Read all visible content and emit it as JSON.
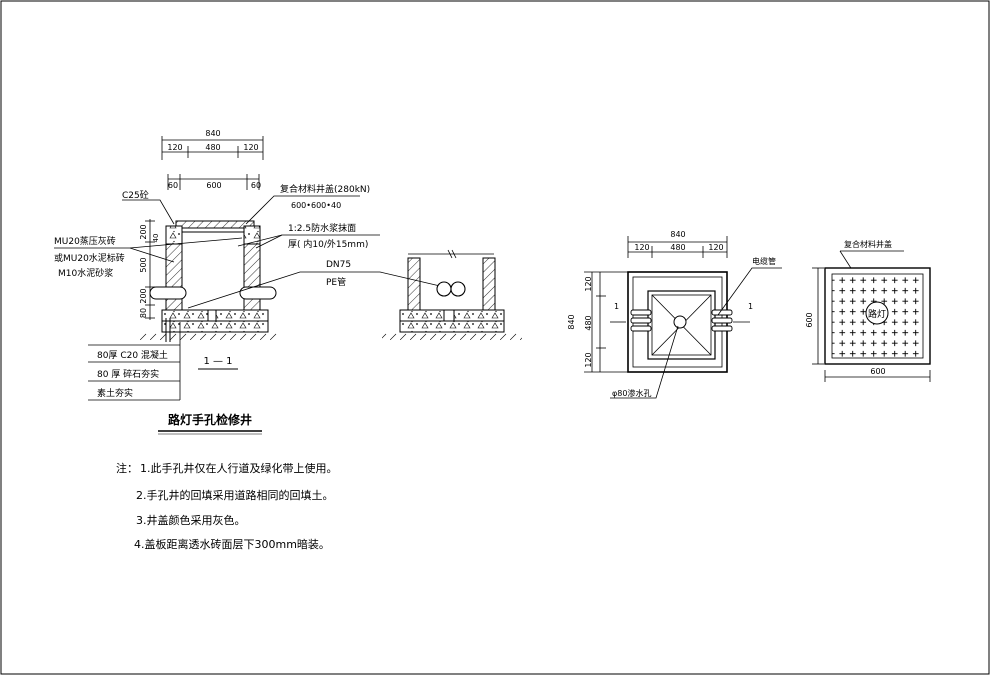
{
  "section": {
    "dim_top_total": "840",
    "dim_top_parts": [
      "120",
      "480",
      "120"
    ],
    "dim_mid_parts": [
      "60",
      "600",
      "60"
    ],
    "left_vertical_dims": [
      "200",
      "40",
      "500",
      "200",
      "80"
    ],
    "label_c25": "C25砼",
    "label_cover": "复合材料井盖(280kN)",
    "label_cover_size": "600•600•40",
    "label_mortar_1": "1:2.5防水浆抹面",
    "label_mortar_2": "厚( 内10/外15mm)",
    "label_brick_1": "MU20蒸压灰砖",
    "label_brick_2": "或MU20水泥标砖",
    "label_brick_3": "M10水泥砂浆",
    "label_dn75": "DN75",
    "label_pe": "PE管",
    "section_mark": "1 — 1",
    "layers": [
      "80厚 C20  混凝土",
      "80 厚 碎石夯实",
      "素土夯实"
    ]
  },
  "title": "路灯手孔检修井",
  "notes": {
    "prefix": "注：",
    "items": [
      "1.此手孔井仅在人行道及绿化带上使用。",
      "2.手孔井的回填采用道路相同的回填土。",
      "3.井盖颜色采用灰色。",
      "4.盖板距离透水砖面层下300mm暗装。"
    ]
  },
  "plan": {
    "dim_top_total": "840",
    "dim_top_parts": [
      "120",
      "480",
      "120"
    ],
    "dim_left_total": "840",
    "dim_left_parts": [
      "120",
      "480",
      "120"
    ],
    "section_marker": "1",
    "label_cable": "电缆管",
    "label_drain": "φ80渗水孔"
  },
  "cover": {
    "label": "复合材料井盖",
    "center_text": "路灯",
    "dim_width": "600",
    "dim_height": "600"
  }
}
